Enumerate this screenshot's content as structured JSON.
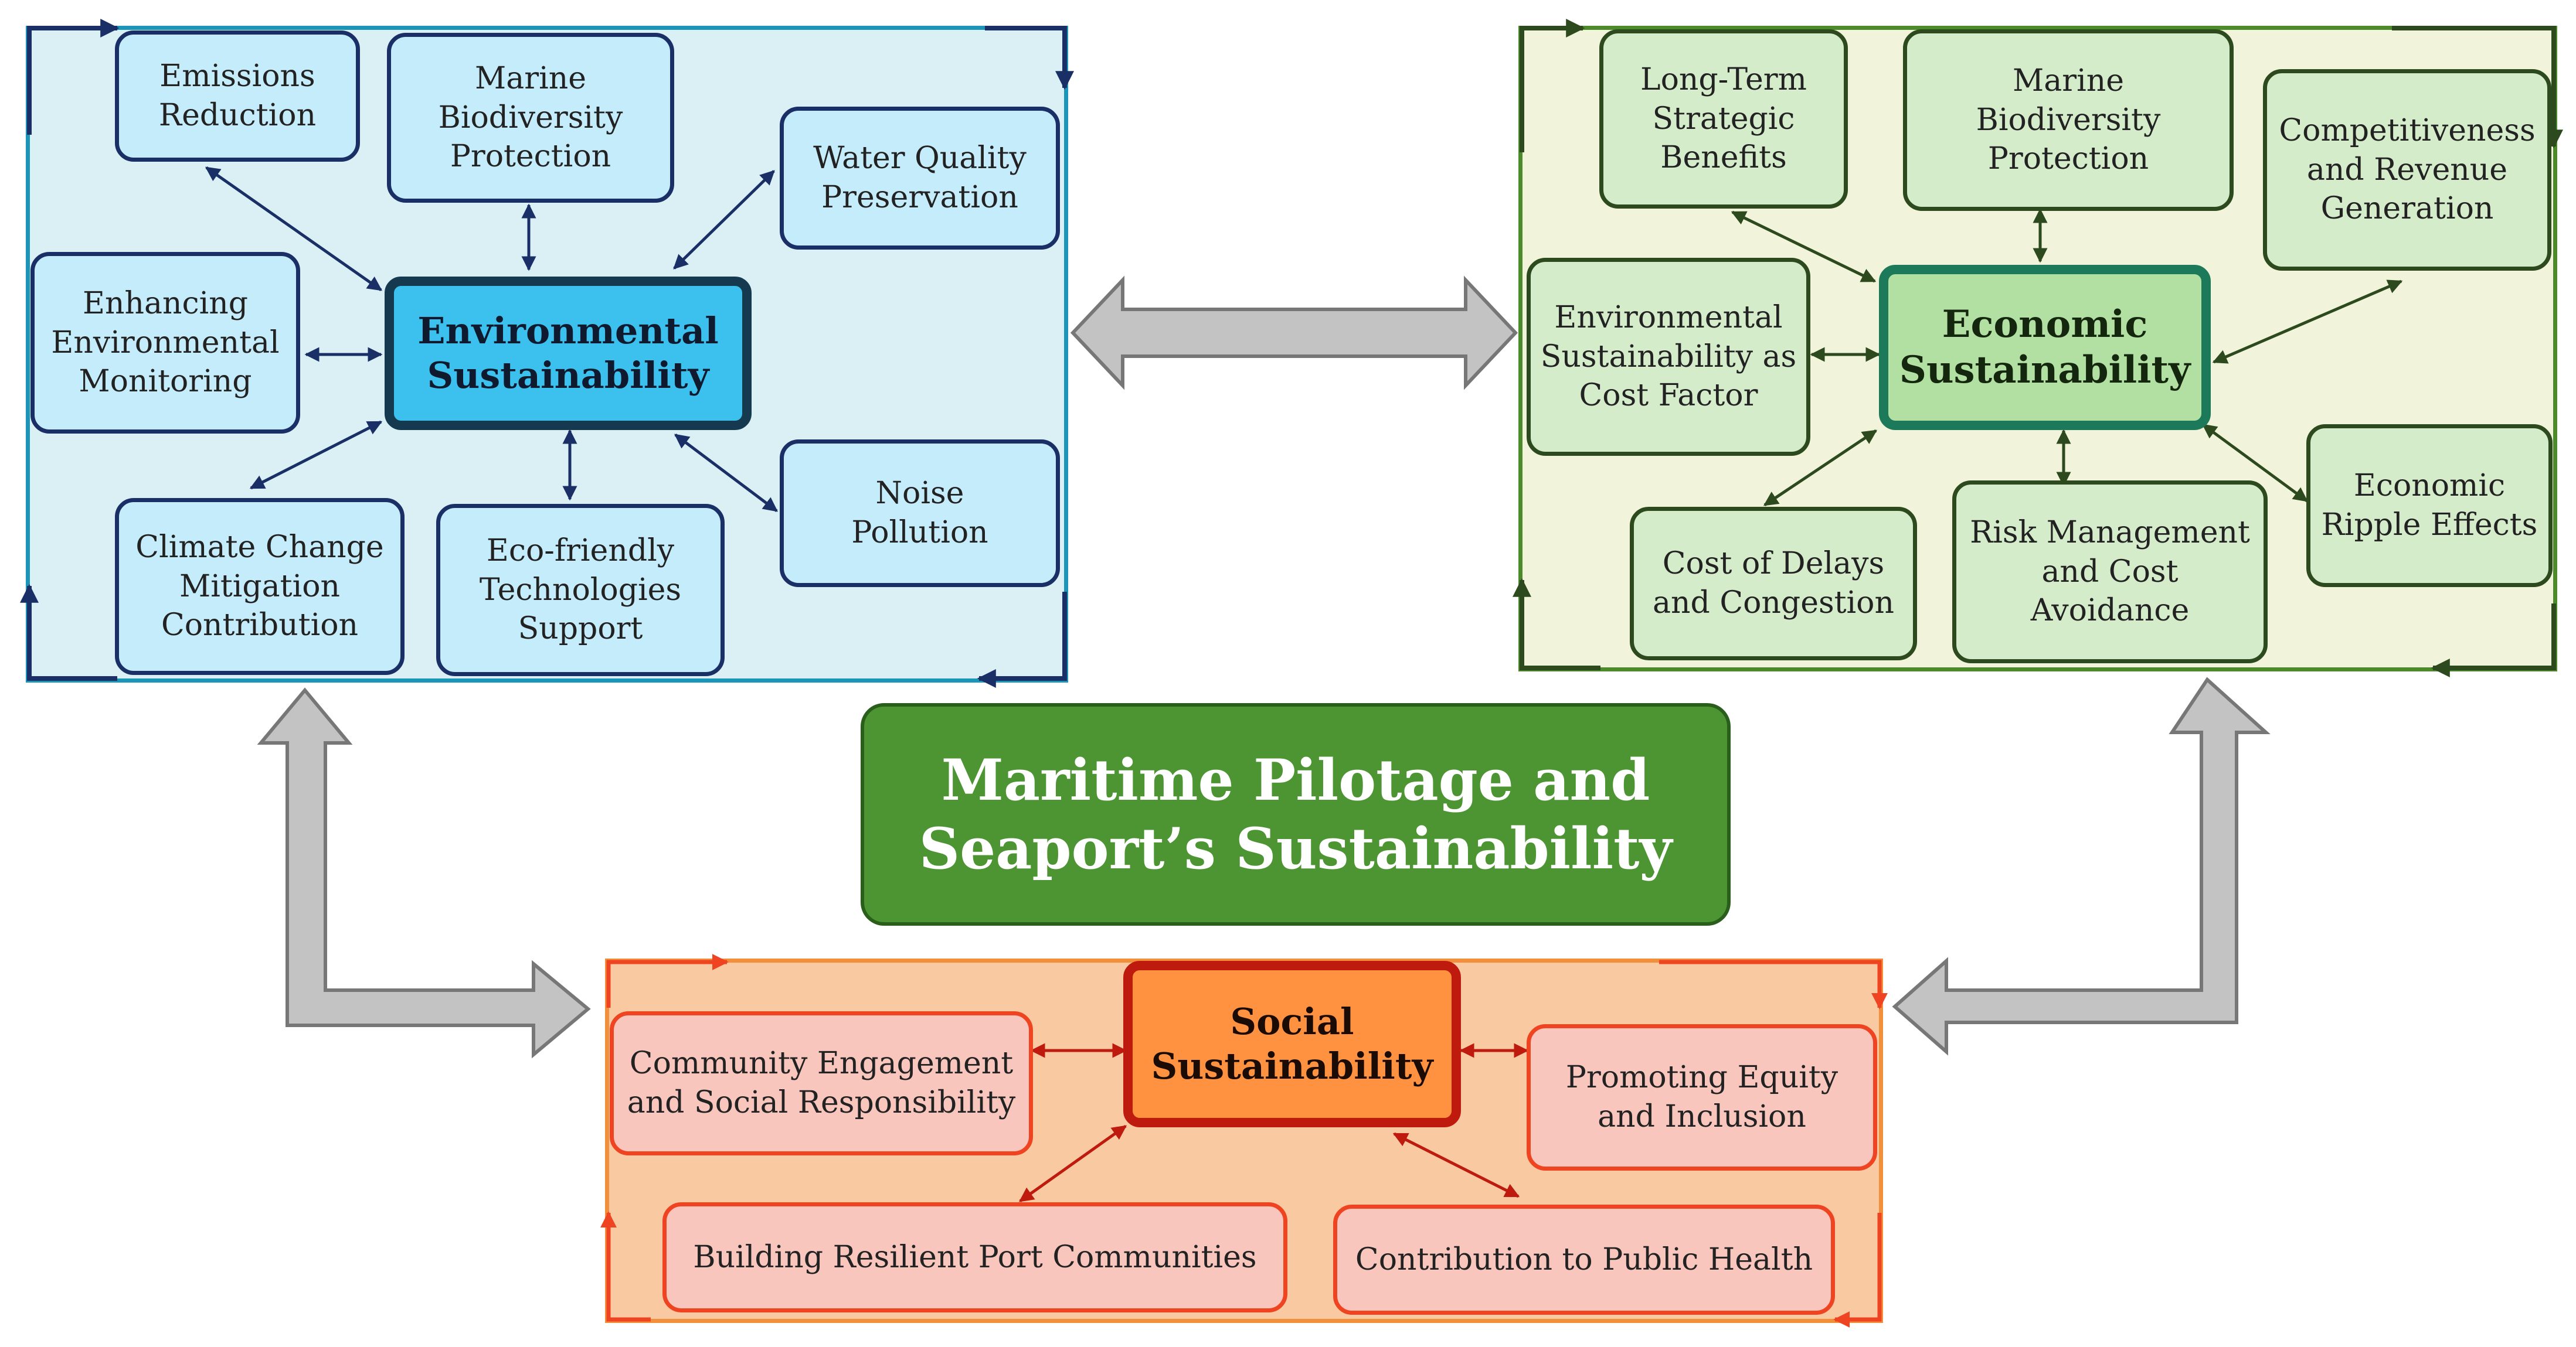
{
  "title": {
    "line1": "Maritime Pilotage and",
    "line2": "Seaport’s Sustainability"
  },
  "colors": {
    "env_frame": "#1b95b8",
    "env_fill": "#daf0f5",
    "env_box": "#c5ecfb",
    "env_dark": "#1a2f66",
    "env_hub": "#3cc1ef",
    "eco_frame": "#4c8a2c",
    "eco_fill": "#f1f3da",
    "eco_box": "#d4ecca",
    "eco_dark": "#2d4a1f",
    "eco_hub": "#b2e0a2",
    "eco_hub_border": "#1c7a5a",
    "soc_frame": "#f28f3b",
    "soc_fill": "#f9c9a2",
    "soc_box": "#f9c6bd",
    "soc_dark": "#bf1a0e",
    "soc_hub": "#ff9240",
    "title_fill": "#4c9532",
    "title_border": "#2a5e1b",
    "big_arrow_fill": "#c3c3c3",
    "big_arrow_stroke": "#777777"
  },
  "environmental": {
    "hub": {
      "line1": "Environmental",
      "line2": "Sustainability"
    },
    "items": {
      "emissions": [
        "Emissions",
        "Reduction"
      ],
      "marine": [
        "Marine",
        "Biodiversity",
        "Protection"
      ],
      "water": [
        "Water Quality",
        "Preservation"
      ],
      "monitoring": [
        "Enhancing",
        "Environmental",
        "Monitoring"
      ],
      "climate": [
        "Climate Change",
        "Mitigation",
        "Contribution"
      ],
      "ecofriendly": [
        "Eco-friendly",
        "Technologies",
        "Support"
      ],
      "noise": [
        "Noise",
        "Pollution"
      ]
    }
  },
  "economic": {
    "hub": {
      "line1": "Economic",
      "line2": "Sustainability"
    },
    "items": {
      "longterm": [
        "Long-Term",
        "Strategic",
        "Benefits"
      ],
      "marine": [
        "Marine",
        "Biodiversity",
        "Protection"
      ],
      "competitiveness": [
        "Competitiveness",
        "and Revenue",
        "Generation"
      ],
      "costfactor": [
        "Environmental",
        "Sustainability as",
        "Cost Factor"
      ],
      "delays": [
        "Cost of Delays",
        "and Congestion"
      ],
      "risk": [
        "Risk Management",
        "and Cost",
        "Avoidance"
      ],
      "ripple": [
        "Economic",
        "Ripple Effects"
      ]
    }
  },
  "social": {
    "hub": {
      "line1": "Social",
      "line2": "Sustainability"
    },
    "items": {
      "community": [
        "Community Engagement",
        "and Social Responsibility"
      ],
      "equity": [
        "Promoting Equity",
        "and Inclusion"
      ],
      "resilient": [
        "Building Resilient Port Communities"
      ],
      "health": [
        "Contribution to Public Health"
      ]
    }
  }
}
